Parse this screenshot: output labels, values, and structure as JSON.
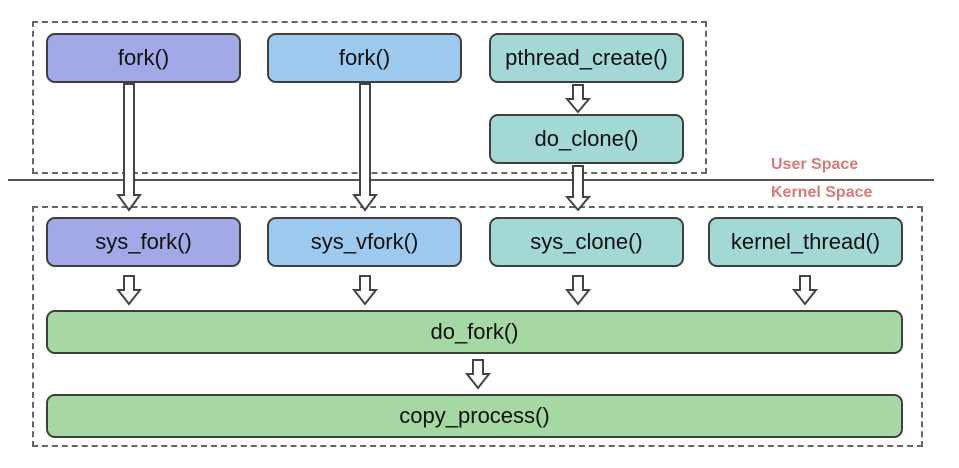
{
  "user_space_label": "User Space",
  "kernel_space_label": "Kernel Space",
  "user": {
    "fork1": "fork()",
    "fork2": "fork()",
    "pthread_create": "pthread_create()",
    "do_clone": "do_clone()"
  },
  "kernel": {
    "sys_fork": "sys_fork()",
    "sys_vfork": "sys_vfork()",
    "sys_clone": "sys_clone()",
    "kernel_thread": "kernel_thread()",
    "do_fork": "do_fork()",
    "copy_process": "copy_process()"
  },
  "colors": {
    "purple": "#a3a8e6",
    "blue": "#9ec9ee",
    "teal": "#a3d8d4",
    "green": "#a6d8a3",
    "label": "#d97a7a"
  }
}
